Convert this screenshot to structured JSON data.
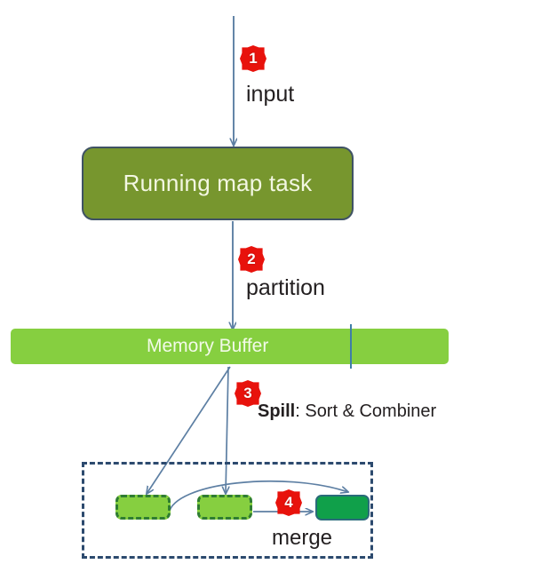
{
  "diagram": {
    "title": "MapReduce map-side shuffle: input, partition, spill, merge",
    "colors": {
      "map_task_fill": "#77962e",
      "map_task_border": "#3f5264",
      "memory_buffer_fill": "#86cf40",
      "spill_box_fill": "#86cf40",
      "spill_box_border": "#2f7d32",
      "merged_box_fill": "#10a04a",
      "merged_box_border": "#2a6b7a",
      "dashed_group_border": "#2c4a6e",
      "badge_fill": "#e8120c",
      "badge_text": "#ffffff",
      "arrow": "#5d7fa3",
      "divider": "#3f7ea8",
      "text": "#231f20"
    },
    "nodes": {
      "map_task": {
        "label": "Running map task"
      },
      "memory_buffer": {
        "label": "Memory Buffer"
      },
      "spill_file_1": {
        "label": ""
      },
      "spill_file_2": {
        "label": ""
      },
      "merged_file": {
        "label": ""
      }
    },
    "labels": {
      "input": "input",
      "partition": "partition",
      "spill_bold": "Spill",
      "spill_rest": ": Sort & Combiner",
      "merge": "merge"
    },
    "badges": [
      {
        "number": "1",
        "step": "input"
      },
      {
        "number": "2",
        "step": "partition"
      },
      {
        "number": "3",
        "step": "spill"
      },
      {
        "number": "4",
        "step": "merge"
      }
    ]
  }
}
